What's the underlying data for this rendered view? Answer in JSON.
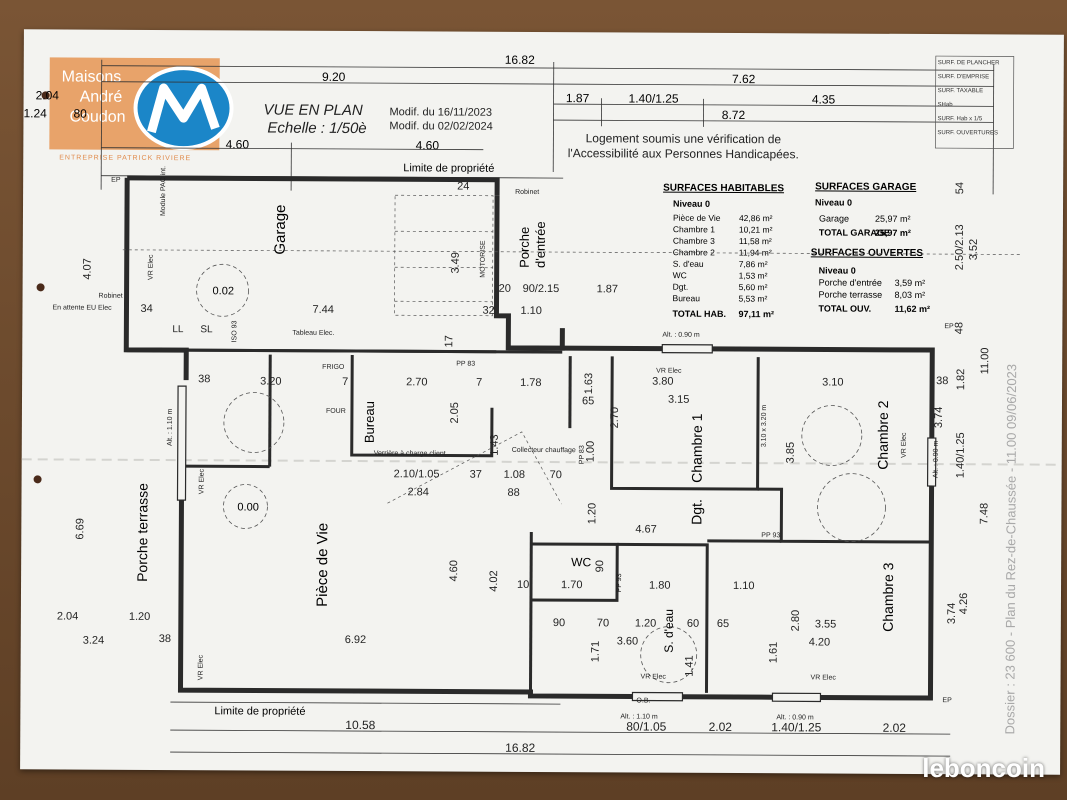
{
  "logo": {
    "line1": "Maisons",
    "line2": "André",
    "line3": "Coudon",
    "tagline": "ENTREPRISE PATRICK RIVIERE"
  },
  "title": {
    "view": "VUE EN PLAN",
    "scale": "Echelle : 1/50è",
    "mod1": "Modif. du 16/11/2023",
    "mod2": "Modif. du 02/02/2024"
  },
  "notice": {
    "line1": "Logement soumis une vérification de",
    "line2": "l'Accessibilité aux Personnes Handicapées."
  },
  "property_limit": "Limite de propriété",
  "dimensions": {
    "total_width": "16.82",
    "top_920": "9.20",
    "top_762": "7.62",
    "top_187": "1.87",
    "top_140_125": "1.40/1.25",
    "top_435": "4.35",
    "top_872": "8.72",
    "top_460_a": "4.60",
    "top_460_b": "4.60",
    "tl_204": "2.04",
    "tl_124": "1.24",
    "tl_80": "80",
    "bottom_1058": "10.58",
    "bottom_80_105": "80/1.05",
    "bottom_202_a": "2.02",
    "bottom_140_125": "1.40/1.25",
    "bottom_202_b": "2.02",
    "bottom_total": "16.82",
    "left_407": "4.07",
    "left_669": "6.69",
    "right_352": "3.52",
    "right_250_213": "2.50/2.13",
    "right_54": "54",
    "right_1100": "11.00",
    "right_748": "7.48",
    "right_48": "48",
    "right_182": "1.82",
    "right_374_a": "3.74",
    "right_140_125": "1.40/1.25",
    "right_426": "4.26",
    "right_374_b": "3.74",
    "right_38": "38"
  },
  "rooms": {
    "garage": "Garage",
    "porche_entree_1": "Porche",
    "porche_entree_2": "d'entrée",
    "bureau": "Bureau",
    "chambre1": "Chambre 1",
    "chambre2": "Chambre 2",
    "chambre3": "Chambre 3",
    "dgt": "Dgt.",
    "piece_de_vie": "Pièce de Vie",
    "porche_terrasse": "Porche terrasse",
    "wc": "WC",
    "s_deau": "S. d'eau"
  },
  "labels": {
    "ep": "EP",
    "robinet": "Robinet",
    "module_pac": "Module PAC int.",
    "vr_elec": "VR Elec",
    "en_attente": "En attente EU Elec",
    "tableau_elec": "Tableau Elec.",
    "ll": "LL",
    "sl": "SL",
    "iso": "ISO 93",
    "pp83": "PP 83",
    "pp93": "PP 93",
    "collecteur": "Collecteur chauffage",
    "verriere": "Verrière à charge client",
    "frigo": "FRIGO",
    "four": "FOUR",
    "motorise": "MOTORISE",
    "alt_090": "Alt. : 0.90 m",
    "alt_110": "Alt. : 1.10 m",
    "ob": "O.B.",
    "cote_002": "0.02",
    "cote_000": "0.00",
    "chb1_dim": "3.10 x 3.20 m"
  },
  "inner_dims": {
    "d744": "7.44",
    "d349": "3.49",
    "d24": "24",
    "d20": "20",
    "d90_215": "90/2.15",
    "d187": "1.87",
    "d110": "1.10",
    "d32": "32",
    "d34": "34",
    "d38": "38",
    "d320": "3.20",
    "d270": "2.70",
    "d7": "7",
    "d178": "1.78",
    "d163": "1.63",
    "d380": "3.80",
    "d310": "3.10",
    "d315": "3.15",
    "d65": "65",
    "d205": "2.05",
    "d143": "1.43",
    "d210_105": "2.10/1.05",
    "d37": "37",
    "d108": "1.08",
    "d284": "2.84",
    "d88": "88",
    "d70": "70",
    "d100": "1.00",
    "d120": "1.20",
    "d467": "4.67",
    "d460": "4.60",
    "d402": "4.02",
    "d385": "3.85",
    "d170": "1.70",
    "d180": "1.80",
    "d110b": "1.10",
    "d90": "90",
    "d10": "10",
    "d360": "3.60",
    "d60": "60",
    "d141": "1.41",
    "d171": "1.71",
    "d161": "1.61",
    "d280": "2.80",
    "d355": "3.55",
    "d420": "4.20",
    "d692": "6.92",
    "d324": "3.24",
    "d204": "2.04",
    "d120b": "1.20",
    "d17": "17"
  },
  "table_hab": {
    "title": "SURFACES HABITABLES",
    "level": "Niveau 0",
    "rows": [
      {
        "name": "Pièce de Vie",
        "value": "42,86 m²"
      },
      {
        "name": "Chambre 1",
        "value": "10,21 m²"
      },
      {
        "name": "Chambre 3",
        "value": "11,58 m²"
      },
      {
        "name": "Chambre 2",
        "value": "11,94 m²"
      },
      {
        "name": "S. d'eau",
        "value": "7,86 m²"
      },
      {
        "name": "WC",
        "value": "1,53 m²"
      },
      {
        "name": "Dgt.",
        "value": "5,60 m²"
      },
      {
        "name": "Bureau",
        "value": "5,53 m²"
      }
    ],
    "total_label": "TOTAL HAB.",
    "total_value": "97,11 m²"
  },
  "table_garage": {
    "title": "SURFACES GARAGE",
    "level": "Niveau 0",
    "rows": [
      {
        "name": "Garage",
        "value": "25,97 m²"
      }
    ],
    "total_label": "TOTAL GARAGE",
    "total_value": "25,97 m²"
  },
  "table_ouv": {
    "title": "SURFACES OUVERTES",
    "level": "Niveau 0",
    "rows": [
      {
        "name": "Porche d'entrée",
        "value": "3,59 m²"
      },
      {
        "name": "Porche terrasse",
        "value": "8,03 m²"
      }
    ],
    "total_label": "TOTAL OUV.",
    "total_value": "11,62 m²"
  },
  "legend_box": {
    "r1": "SURF. DE PLANCHER",
    "r2": "SURF. D'EMPRISE",
    "r3": "SURF. TAXABLE",
    "r4": "SHab",
    "r5": "SURF. Hab x 1/5",
    "r6": "SURF. OUVERTURES"
  },
  "side_caption": "Dossier : 23 600 - Plan du Rez-de-Chaussée - 11.00 09/06/2023",
  "watermark": "leboncoin",
  "colors": {
    "logo_orange": "#e8a36a",
    "logo_blue": "#1b86c8",
    "wall": "#2a2a2a",
    "paper": "#f3f3f0",
    "wood": "#6b4a2e"
  }
}
